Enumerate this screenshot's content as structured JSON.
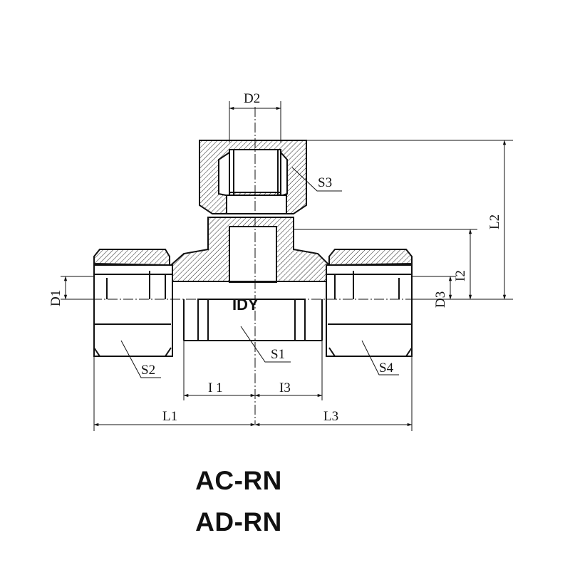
{
  "logo": "IDY",
  "dimensions": {
    "D1": "D1",
    "D2": "D2",
    "D3": "D3",
    "S1": "S1",
    "S2": "S2",
    "S3": "S3",
    "S4": "S4",
    "L1": "L1",
    "L2": "L2",
    "L3": "L3",
    "l1": "I 1",
    "l2": "I2",
    "l3": "I3"
  },
  "model_codes": [
    "AC-RN",
    "AD-RN"
  ]
}
